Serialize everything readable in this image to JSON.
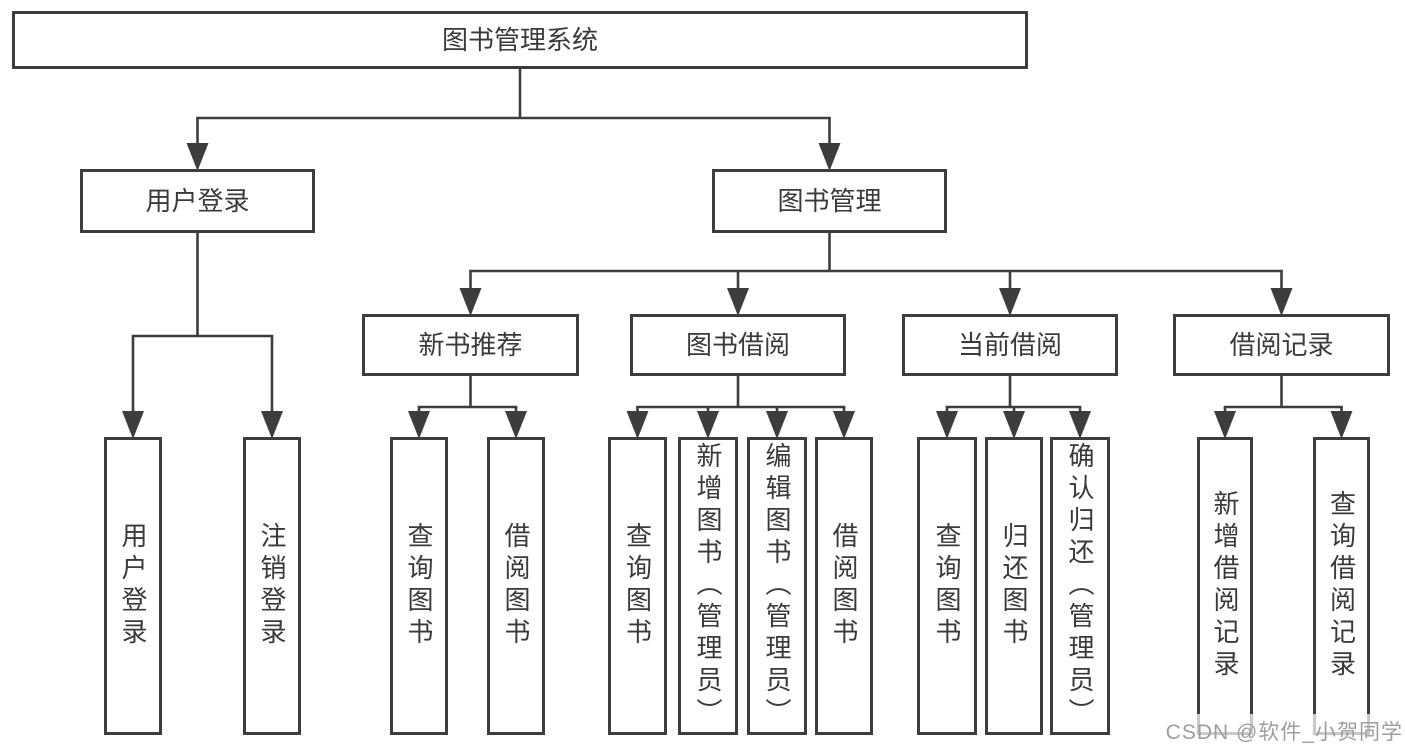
{
  "diagram": {
    "type": "hierarchy-tree",
    "title": "图书管理系统",
    "nodes": [
      {
        "id": "root",
        "label": "图书管理系统",
        "parent": null,
        "level": 1
      },
      {
        "id": "user-login",
        "label": "用户登录",
        "parent": "root",
        "level": 2
      },
      {
        "id": "book-management",
        "label": "图书管理",
        "parent": "root",
        "level": 2
      },
      {
        "id": "user-login-action",
        "label": "用户登录",
        "parent": "user-login",
        "level": 4
      },
      {
        "id": "logout-action",
        "label": "注销登录",
        "parent": "user-login",
        "level": 4
      },
      {
        "id": "new-book-recommend",
        "label": "新书推荐",
        "parent": "book-management",
        "level": 3
      },
      {
        "id": "book-borrowing",
        "label": "图书借阅",
        "parent": "book-management",
        "level": 3
      },
      {
        "id": "current-borrowing",
        "label": "当前借阅",
        "parent": "book-management",
        "level": 3
      },
      {
        "id": "borrowing-records",
        "label": "借阅记录",
        "parent": "book-management",
        "level": 3
      },
      {
        "id": "recommend-query-books",
        "label": "查询图书",
        "parent": "new-book-recommend",
        "level": 4
      },
      {
        "id": "recommend-borrow-books",
        "label": "借阅图书",
        "parent": "new-book-recommend",
        "level": 4
      },
      {
        "id": "borrowing-query-books",
        "label": "查询图书",
        "parent": "book-borrowing",
        "level": 4
      },
      {
        "id": "borrowing-add-books",
        "label": "新增图书（管理员）",
        "parent": "book-borrowing",
        "level": 4
      },
      {
        "id": "borrowing-edit-books",
        "label": "编辑图书（管理员）",
        "parent": "book-borrowing",
        "level": 4
      },
      {
        "id": "borrowing-borrow-books",
        "label": "借阅图书",
        "parent": "book-borrowing",
        "level": 4
      },
      {
        "id": "current-query-books",
        "label": "查询图书",
        "parent": "current-borrowing",
        "level": 4
      },
      {
        "id": "current-return-books",
        "label": "归还图书",
        "parent": "current-borrowing",
        "level": 4
      },
      {
        "id": "current-confirm-return",
        "label": "确认归还（管理员）",
        "parent": "current-borrowing",
        "level": 4
      },
      {
        "id": "records-add-record",
        "label": "新增借阅记录",
        "parent": "borrowing-records",
        "level": 4
      },
      {
        "id": "records-query-record",
        "label": "查询借阅记录",
        "parent": "borrowing-records",
        "level": 4
      }
    ]
  },
  "watermark": {
    "text": "CSDN @软件_小贺同学"
  },
  "colors": {
    "line": "#3d3d3d",
    "text": "#3a3a3a",
    "watermark": "#9e9e9e",
    "background": "#ffffff"
  }
}
